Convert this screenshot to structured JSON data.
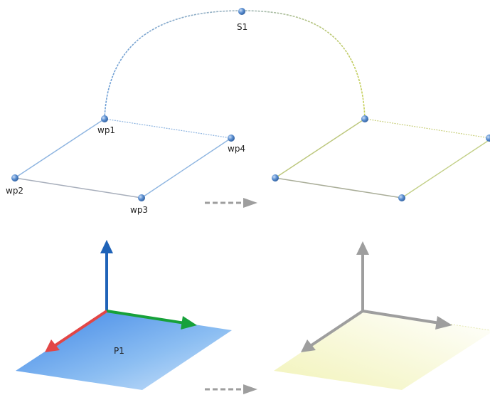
{
  "labels": {
    "s1": "S1",
    "wp1": "wp1",
    "wp2": "wp2",
    "wp3": "wp3",
    "wp4": "wp4",
    "p1": "P1"
  },
  "colors": {
    "blue_line": "#7ea6d8",
    "green_line": "#c2cf86",
    "point": "#4a7fc4",
    "arrow_gray": "#9e9e9e",
    "axis_blue": "#1f63b8",
    "axis_green": "#17a13a",
    "axis_red": "#e24646",
    "plane_blue": "#7fb4ef",
    "plane_yellow": "#f6f7c8"
  }
}
